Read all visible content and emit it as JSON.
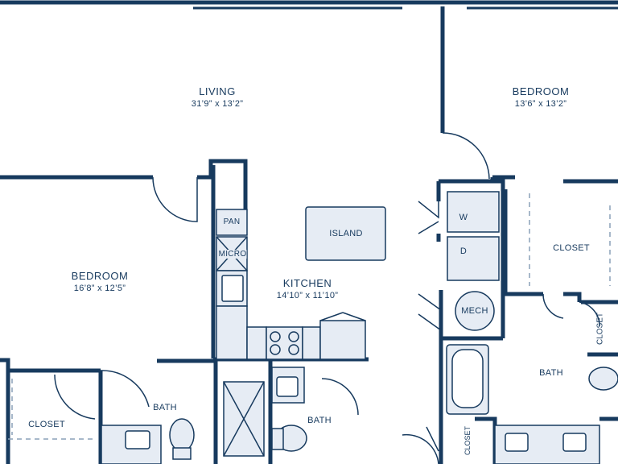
{
  "rooms": {
    "living": {
      "name": "LIVING",
      "dims": "31’9” x 13’2”"
    },
    "bedroom1": {
      "name": "BEDROOM",
      "dims": "13’6” x 13’2”"
    },
    "bedroom2": {
      "name": "BEDROOM",
      "dims": "16’8” x 12’5”"
    },
    "kitchen": {
      "name": "KITCHEN",
      "dims": "14’10” x 11’10”"
    },
    "island": "ISLAND",
    "pantry": "PAN",
    "micro": "MICRO",
    "washer": "W",
    "dryer": "D",
    "mech": "MECH",
    "closet_right": "CLOSET",
    "closet_right_small": "CLOSET",
    "closet_left": "CLOSET",
    "closet_bath_small": "CLOSET",
    "bath_left": "BATH",
    "bath_middle": "BATH",
    "bath_right": "BATH"
  },
  "colors": {
    "wall": "#173a5e",
    "fixture_fill": "#e6ecf4",
    "fixture_stroke": "#173a5e"
  }
}
